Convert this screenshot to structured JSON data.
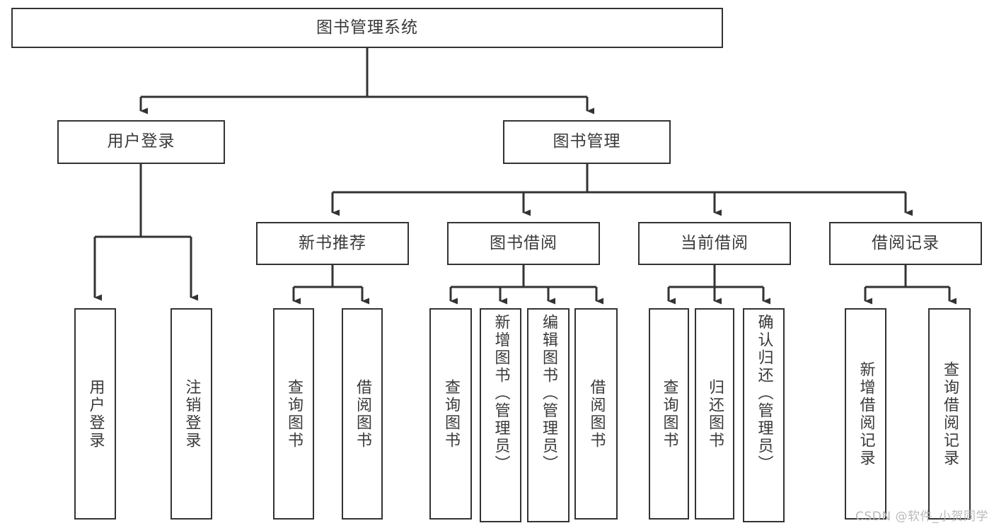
{
  "diagram": {
    "type": "tree",
    "title": "图书管理系统",
    "stroke_color": "#333333",
    "text_color": "#3a3a3a",
    "background_color": "#ffffff",
    "root": {
      "label": "图书管理系统",
      "level": 0
    },
    "level1": [
      {
        "label": "用户登录"
      },
      {
        "label": "图书管理"
      }
    ],
    "level2": [
      {
        "label": "新书推荐"
      },
      {
        "label": "图书借阅"
      },
      {
        "label": "当前借阅"
      },
      {
        "label": "借阅记录"
      }
    ],
    "leaves": {
      "user_login": [
        {
          "label": "用户登录"
        },
        {
          "label": "注销登录"
        }
      ],
      "new_book_recommend": [
        {
          "label": "查询图书"
        },
        {
          "label": "借阅图书"
        }
      ],
      "book_borrow": [
        {
          "label": "查询图书"
        },
        {
          "label": "新增图书（管理员）"
        },
        {
          "label": "编辑图书（管理员）"
        },
        {
          "label": "借阅图书"
        }
      ],
      "current_borrow": [
        {
          "label": "查询图书"
        },
        {
          "label": "归还图书"
        },
        {
          "label": "确认归还（管理员）"
        }
      ],
      "borrow_records": [
        {
          "label": "新增借阅记录"
        },
        {
          "label": "查询借阅记录"
        }
      ]
    }
  },
  "watermark": {
    "text": "CSDN @软件_小贺同学"
  }
}
